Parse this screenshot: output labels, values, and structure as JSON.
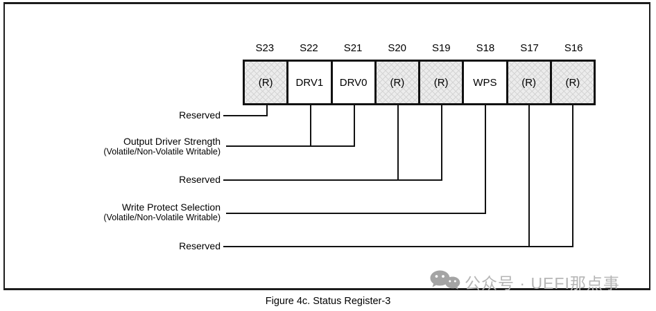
{
  "register": {
    "bit_labels": [
      "S23",
      "S22",
      "S21",
      "S20",
      "S19",
      "S18",
      "S17",
      "S16"
    ],
    "cells": [
      {
        "bit": "S23",
        "value": "(R)",
        "reserved": true
      },
      {
        "bit": "S22",
        "value": "DRV1",
        "reserved": false
      },
      {
        "bit": "S21",
        "value": "DRV0",
        "reserved": false
      },
      {
        "bit": "S20",
        "value": "(R)",
        "reserved": true
      },
      {
        "bit": "S19",
        "value": "(R)",
        "reserved": true
      },
      {
        "bit": "S18",
        "value": "WPS",
        "reserved": false
      },
      {
        "bit": "S17",
        "value": "(R)",
        "reserved": true
      },
      {
        "bit": "S16",
        "value": "(R)",
        "reserved": true
      }
    ]
  },
  "annotations": [
    {
      "label": "Reserved",
      "sub": ""
    },
    {
      "label": "Output Driver Strength",
      "sub": "(Volatile/Non-Volatile Writable)"
    },
    {
      "label": "Reserved",
      "sub": ""
    },
    {
      "label": "Write Protect Selection",
      "sub": "(Volatile/Non-Volatile Writable)"
    },
    {
      "label": "Reserved",
      "sub": ""
    }
  ],
  "watermark": {
    "icon": "wechat-icon",
    "text": "公众号 · UEFI那点事",
    "color": "#b6b6b6"
  },
  "caption": "Figure 4c. Status Register-3"
}
